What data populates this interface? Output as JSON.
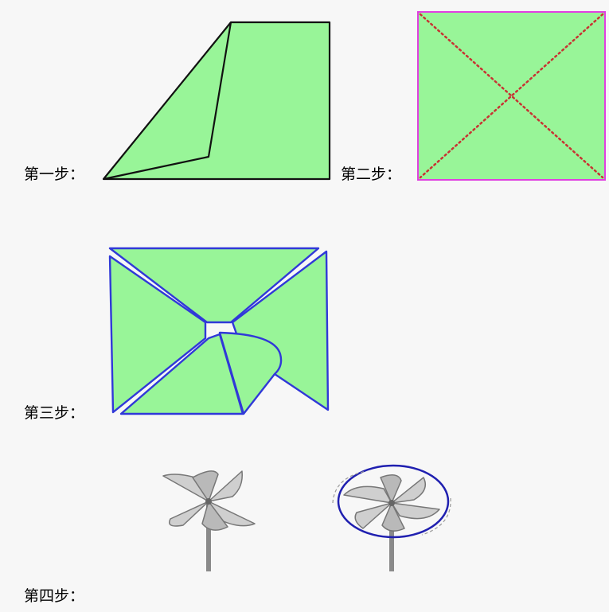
{
  "steps": [
    {
      "label": "第一步："
    },
    {
      "label": "第二步："
    },
    {
      "label": "第三步："
    },
    {
      "label": "第四步："
    }
  ],
  "colors": {
    "paper_fill": "#98f598",
    "step1_stroke": "#111111",
    "step2_border": "#e040e0",
    "step2_fold_lines": "#c83232",
    "step3_stroke": "#3038d8",
    "windmill_blade": "#c8c8c8",
    "windmill_outline": "#7a7a7a",
    "windmill_stick": "#8a8a8a",
    "motion_ellipse": "#2020b0",
    "background": "#f7f7f7"
  },
  "icons": {
    "step1": "folded-corner-icon",
    "step2": "diagonal-fold-square-icon",
    "step3": "pinwheel-cuts-icon",
    "step4a": "pinwheel-icon",
    "step4b": "spinning-pinwheel-icon"
  }
}
